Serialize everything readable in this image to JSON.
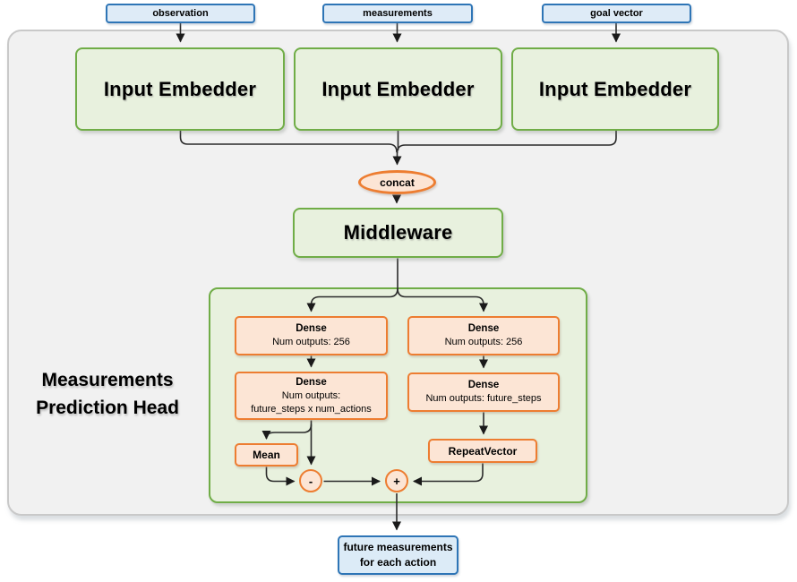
{
  "inputs": [
    {
      "label": "observation"
    },
    {
      "label": "measurements"
    },
    {
      "label": "goal vector"
    }
  ],
  "embedders": [
    {
      "label": "Input Embedder"
    },
    {
      "label": "Input Embedder"
    },
    {
      "label": "Input Embedder"
    }
  ],
  "concat": {
    "label": "concat"
  },
  "middleware": {
    "label": "Middleware"
  },
  "head": {
    "title_line1": "Measurements",
    "title_line2": "Prediction Head",
    "left": {
      "dense1": {
        "title": "Dense",
        "subtitle": "Num outputs: 256"
      },
      "dense2": {
        "title": "Dense",
        "subtitle1": "Num outputs:",
        "subtitle2": "future_steps x num_actions"
      },
      "mean": {
        "label": "Mean"
      },
      "subtract": {
        "label": "-"
      }
    },
    "right": {
      "dense1": {
        "title": "Dense",
        "subtitle": "Num outputs: 256"
      },
      "dense2": {
        "title": "Dense",
        "subtitle": "Num outputs: future_steps"
      },
      "repeat_vector": {
        "label": "RepeatVector"
      },
      "add": {
        "label": "+"
      }
    }
  },
  "output": {
    "line1": "future measurements",
    "line2": "for each action"
  },
  "colors": {
    "green_border": "#70ad47",
    "green_fill": "#e8f1de",
    "orange_border": "#ed7d31",
    "orange_fill": "#fce5d5",
    "blue_border": "#2e75b6",
    "blue_fill": "#deebf7",
    "canvas_fill": "#f1f1f1",
    "connector": "#1a1a1a"
  }
}
